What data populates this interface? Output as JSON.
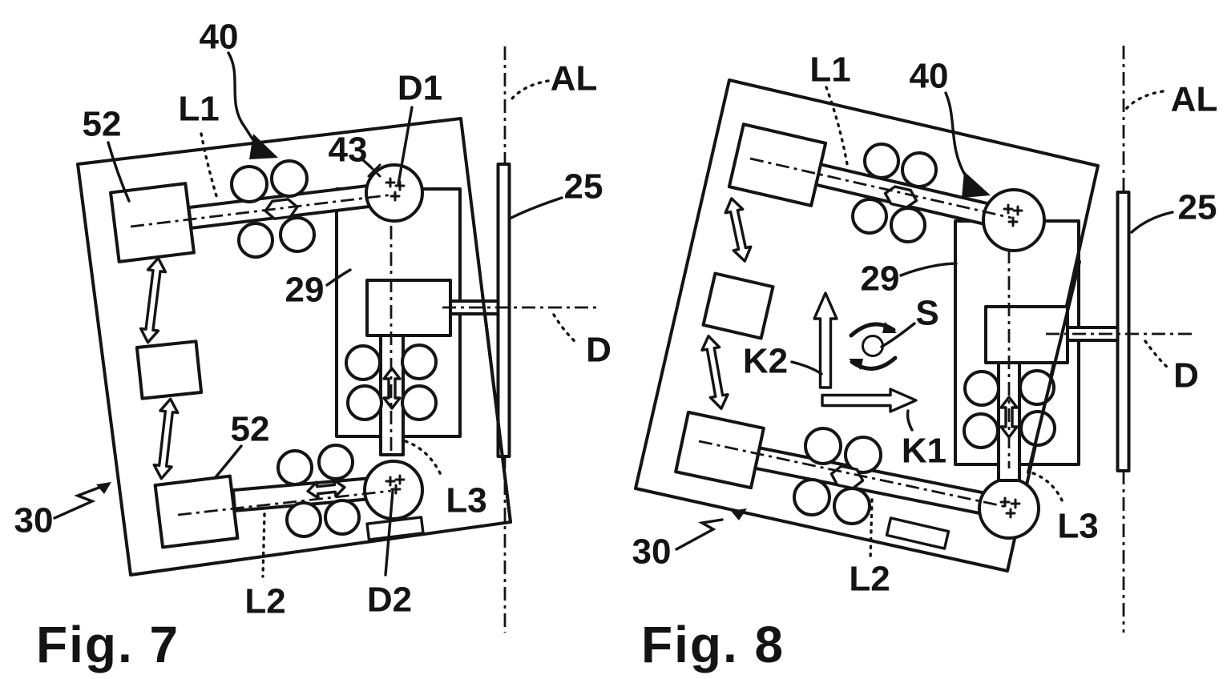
{
  "drawing": {
    "ink": "#141414",
    "background": "#ffffff"
  },
  "figure_7": {
    "caption": "Fig. 7",
    "labels": {
      "ref40": "40",
      "ref52_upper": "52",
      "ref52_lower": "52",
      "axis_l1": "L1",
      "axis_l2": "L2",
      "axis_l3": "L3",
      "disc_d1": "D1",
      "disc_d2": "D2",
      "ref43": "43",
      "axis_al": "AL",
      "ref25": "25",
      "ref29": "29",
      "axis_d": "D",
      "ref30": "30"
    }
  },
  "figure_8": {
    "caption": "Fig. 8",
    "labels": {
      "axis_l1": "L1",
      "ref40": "40",
      "axis_al": "AL",
      "ref25": "25",
      "ref29": "29",
      "rotation_s": "S",
      "dir_k1": "K1",
      "dir_k2": "K2",
      "axis_d": "D",
      "ref30": "30",
      "axis_l2": "L2",
      "axis_l3": "L3"
    }
  }
}
